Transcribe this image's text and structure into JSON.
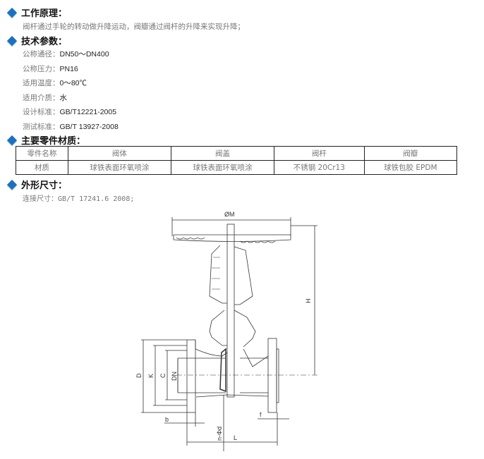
{
  "sections": {
    "principle": {
      "title": "工作原理：",
      "text": "阀杆通过手轮的转动做升降运动，阀瓣通过阀杆的升降来实现升降；"
    },
    "params": {
      "title": "技术参数：",
      "items": [
        {
          "label": "公称通径：",
          "value": "DN50～DN400"
        },
        {
          "label": "公称压力：",
          "value": "PN16"
        },
        {
          "label": "适用温度：",
          "value": "0～80℃"
        },
        {
          "label": "适用介质：",
          "value": "水"
        },
        {
          "label": "设计标准：",
          "value": "GB/T12221-2005"
        },
        {
          "label": "测试标准：",
          "value": "GB/T 13927-2008"
        }
      ]
    },
    "materials": {
      "title": "主要零件材质：",
      "header": [
        "零件名称",
        "阀体",
        "阀盖",
        "阀杆",
        "阀瓣"
      ],
      "row": [
        "材质",
        "球铁表面环氧喷涂",
        "球铁表面环氧喷涂",
        "不锈钢 20Cr13",
        "球铁包胶 EPDM"
      ]
    },
    "dimensions": {
      "title": "外形尺寸：",
      "text": "连接尺寸：GB/T 17241.6 2008;"
    }
  },
  "drawing": {
    "labels": {
      "M": "ØM",
      "H": "H",
      "D": "D",
      "K": "K",
      "C": "C",
      "DN": "DN",
      "b": "b",
      "nd": "n-Φd",
      "f": "f",
      "L": "L"
    }
  },
  "colors": {
    "accent": "#1f6fc0"
  }
}
